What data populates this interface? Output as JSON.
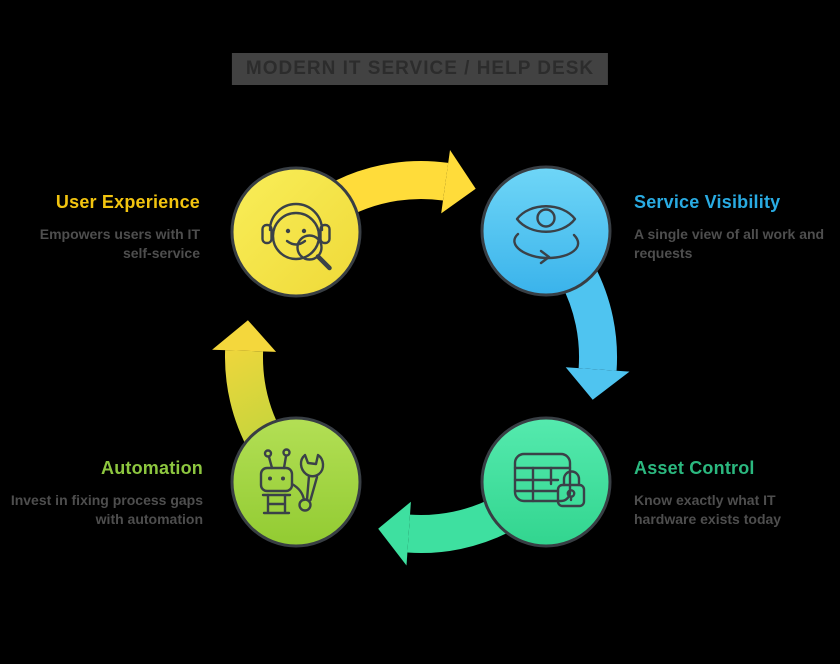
{
  "title": "MODERN IT SERVICE / HELP DESK",
  "background_color": "#000000",
  "nodes": [
    {
      "name": "user-experience",
      "label": "User Experience",
      "label_color": "#f2c40f",
      "circle_color": "#f2df45",
      "desc_line1": "Empowers users with IT",
      "desc_line2": "self-service",
      "icon": "headset-smiley-magnifier-icon"
    },
    {
      "name": "service-visibility",
      "label": "Service Visibility",
      "label_color": "#29abe2",
      "circle_color": "#4fc4f0",
      "desc_line1": "A single view of all work and",
      "desc_line2": "requests",
      "icon": "eye-refresh-icon"
    },
    {
      "name": "asset-control",
      "label": "Asset Control",
      "label_color": "#2bb87f",
      "circle_color": "#41df9e",
      "desc_line1": "Know exactly what IT",
      "desc_line2": "hardware exists today",
      "icon": "spreadsheet-lock-icon"
    },
    {
      "name": "automation",
      "label": "Automation",
      "label_color": "#8dc63f",
      "circle_color": "#a3d647",
      "desc_line1": "Invest in fixing process gaps",
      "desc_line2": "with automation",
      "icon": "robot-wrench-icon"
    }
  ],
  "arrows": {
    "top_color": "#ffdc3a",
    "right_color": "#4fc4f0",
    "bottom_color": "#3ee0a0",
    "left_gradient_from": "#9bd23c",
    "left_gradient_to": "#f4d73c",
    "flow": "clockwise"
  }
}
